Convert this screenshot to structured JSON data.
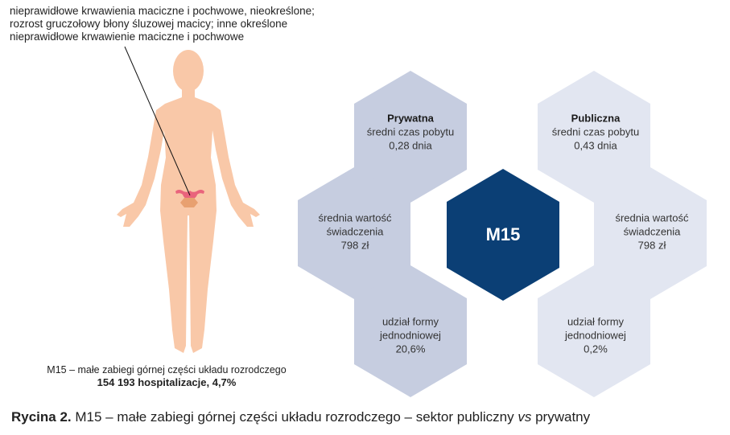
{
  "annotation": "nieprawidłowe krwawienia maciczne i pochwowe, nieokreślone; rozrost gruczołowy błony śluzowej macicy; inne określone nieprawidłowe krwawienie maciczne i pochwowe",
  "body_caption": {
    "line1": "M15 – małe zabiegi górnej części układu rozrodczego",
    "line2": "154 193 hospitalizacje, 4,7%"
  },
  "center_label": "M15",
  "private": {
    "title": "Prywatna",
    "stay_label": "średni czas pobytu",
    "stay_value": "0,28 dnia",
    "value_label1": "średnia wartość",
    "value_label2": "świadczenia",
    "value_value": "798 zł",
    "share_label1": "udział formy",
    "share_label2": "jednodniowej",
    "share_value": "20,6%"
  },
  "public": {
    "title": "Publiczna",
    "stay_label": "średni czas pobytu",
    "stay_value": "0,43 dnia",
    "value_label1": "średnia wartość",
    "value_label2": "świadczenia",
    "value_value": "798 zł",
    "share_label1": "udział formy",
    "share_label2": "jednodniowej",
    "share_value": "0,2%"
  },
  "figure_caption": {
    "prefix": "Rycina 2.",
    "text": "M15 – małe zabiegi górnej części układu rozrodczego – sektor publiczny",
    "vs": "vs",
    "suffix": "prywatny"
  },
  "colors": {
    "private_hex": "#c6cde0",
    "public_hex": "#e2e6f1",
    "center_hex": "#0b3f75",
    "skin": "#f9c8a8",
    "uterus": "#e9647c",
    "cervix": "#e8a070"
  }
}
